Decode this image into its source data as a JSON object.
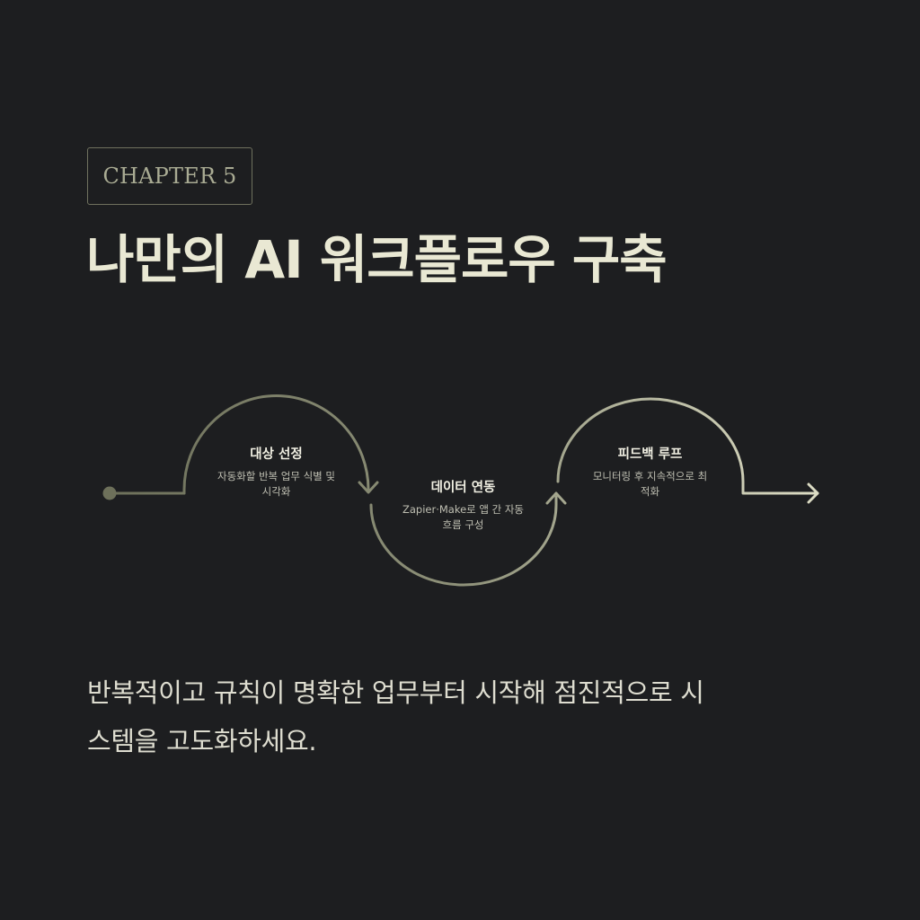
{
  "header": {
    "chapter_label": "CHAPTER 5",
    "title": "나만의 AI 워크플로우 구축"
  },
  "flow": {
    "colors": {
      "start": "#6d705a",
      "end": "#dcdcc4",
      "background": "#1d1e20"
    },
    "steps": [
      {
        "title": "대상 선정",
        "description_line1": "자동화할 반복 업무 식별 및",
        "description_line2": "시각화"
      },
      {
        "title": "데이터 연동",
        "description_line1": "Zapier·Make로 앱 간 자동",
        "description_line2": "흐름 구성"
      },
      {
        "title": "피드백 루프",
        "description_line1": "모니터링 후 지속적으로 최",
        "description_line2": "적화"
      }
    ]
  },
  "footer": {
    "body_line1": "반복적이고 규칙이 명확한 업무부터 시작해 점진적으로 시",
    "body_line2": "스템을 고도화하세요."
  }
}
